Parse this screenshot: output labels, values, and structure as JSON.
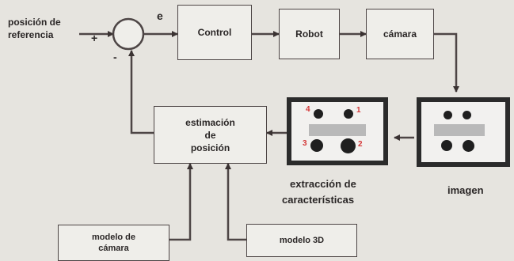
{
  "labels": {
    "reference_line1": "posición de",
    "reference_line2": "referencia",
    "plus_sign": "+",
    "minus_sign": "-",
    "error": "e",
    "feature_line1": "extracción de",
    "feature_line2": "características",
    "image": "imagen"
  },
  "blocks": {
    "control": "Control",
    "robot": "Robot",
    "camera": "cámara",
    "estimation_line1": "estimación",
    "estimation_line2": "de",
    "estimation_line3": "posición",
    "camera_model_line1": "modelo de",
    "camera_model_line2": "cámara",
    "model_3d": "modelo 3D"
  },
  "feature_numbers": [
    "4",
    "1",
    "3",
    "2"
  ],
  "colors": {
    "background": "#e6e4df",
    "line": "#4d4545",
    "feature_number": "#d43838"
  }
}
